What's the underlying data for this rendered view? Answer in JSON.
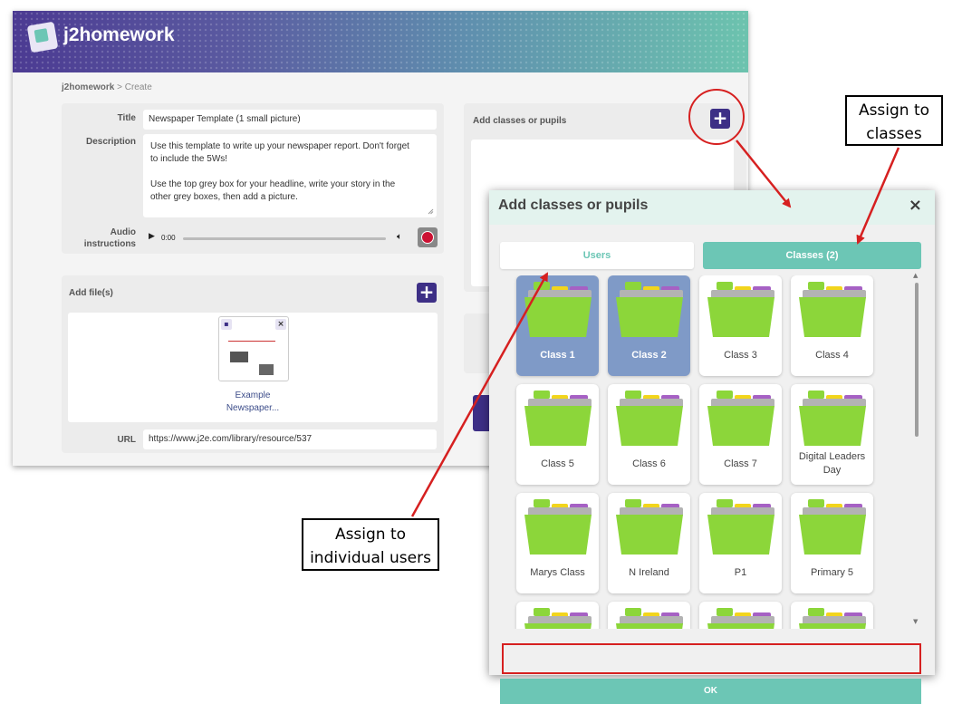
{
  "app": {
    "logo_text": "j2homework",
    "breadcrumb": {
      "home": "j2homework",
      "current": "> Create"
    }
  },
  "form": {
    "title_label": "Title",
    "title_value": "Newspaper Template (1 small picture)",
    "description_label": "Description",
    "description_line1": "Use this template to write up your newspaper report. Don't forget",
    "description_line2": "to include the 5Ws!",
    "description_line3": "Use the top grey box for your headline, write your story in the",
    "description_line4": "other grey boxes, then add a picture.",
    "audio_label_1": "Audio",
    "audio_label_2": "instructions",
    "audio_time": "0:00",
    "files_label": "Add file(s)",
    "file_name_1": "Example",
    "file_name_2": "Newspaper...",
    "url_label": "URL",
    "url_value": "https://www.j2e.com/library/resource/537"
  },
  "right_panel": {
    "add_classes_label": "Add classes or pupils"
  },
  "annotations": {
    "assign_classes_1": "Assign to",
    "assign_classes_2": "classes",
    "assign_users_1": "Assign to",
    "assign_users_2": "individual users"
  },
  "dialog": {
    "title": "Add classes or pupils",
    "close_icon": "×",
    "tabs": {
      "users": "Users",
      "classes": "Classes (2)"
    },
    "classes": [
      {
        "name": "Class 1",
        "selected": true
      },
      {
        "name": "Class 2",
        "selected": true
      },
      {
        "name": "Class 3",
        "selected": false
      },
      {
        "name": "Class 4",
        "selected": false
      },
      {
        "name": "Class 5",
        "selected": false
      },
      {
        "name": "Class 6",
        "selected": false
      },
      {
        "name": "Class 7",
        "selected": false
      },
      {
        "name": "Digital Leaders Day",
        "selected": false
      },
      {
        "name": "Marys Class",
        "selected": false
      },
      {
        "name": "N Ireland",
        "selected": false
      },
      {
        "name": "P1",
        "selected": false
      },
      {
        "name": "Primary 5",
        "selected": false
      },
      {
        "name": "",
        "selected": false
      },
      {
        "name": "",
        "selected": false
      },
      {
        "name": "",
        "selected": false
      },
      {
        "name": "",
        "selected": false
      }
    ],
    "ok_label": "OK"
  },
  "colors": {
    "accent_teal": "#6cc6b5",
    "brand_purple": "#3d2f86",
    "folder_green": "#8cd63a",
    "selected_card": "#7f9ac7",
    "annotation_red": "#d62020"
  },
  "icons": [
    "plus-icon",
    "folder-icon",
    "close-icon",
    "play-icon",
    "volume-icon",
    "record-icon",
    "file-icon"
  ]
}
